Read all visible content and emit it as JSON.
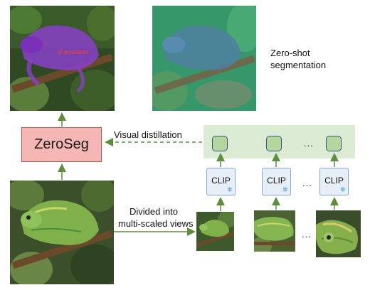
{
  "diagram": {
    "zeroseg_label": "ZeroSeg",
    "zero_shot_label_line1": "Zero-shot",
    "zero_shot_label_line2": "segmentation",
    "visual_distillation_label": "Visual distillation",
    "divided_label_line1": "Divided into",
    "divided_label_line2": "multi-scaled views",
    "clip_label": "CLIP",
    "ellipsis": "...",
    "overlay_word": "chameleon"
  },
  "colors": {
    "arrow_green": "#5b8f3e",
    "zeroseg_fill": "#f4b7b3",
    "zeroseg_border": "#c0504d",
    "band_fill": "#dcebd3",
    "token_fill": "#b5d69c",
    "token_border": "#2f5a8a",
    "clip_fill": "#e6eef8"
  },
  "icons": {
    "clip_badge": "snowflake-icon"
  }
}
